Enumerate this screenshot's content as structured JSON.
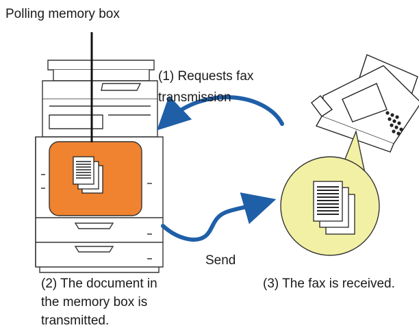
{
  "labels": {
    "polling_memory_box": "Polling memory box",
    "step1_line1": "(1) Requests fax",
    "step1_line2": "transmission",
    "send": "Send",
    "step2_line1": "(2) The document in",
    "step2_line2": "the memory box is",
    "step2_line3": "transmitted.",
    "step3": "(3) The fax is received."
  },
  "colors": {
    "memory_box_fill": "#f08330",
    "received_circle_fill": "#f2f0a4",
    "arrow_blue": "#1f5fa8",
    "outline": "#333333"
  },
  "icons": {
    "machine": "multifunction-printer-icon",
    "fax": "fax-machine-icon",
    "document": "document-stack-icon"
  }
}
